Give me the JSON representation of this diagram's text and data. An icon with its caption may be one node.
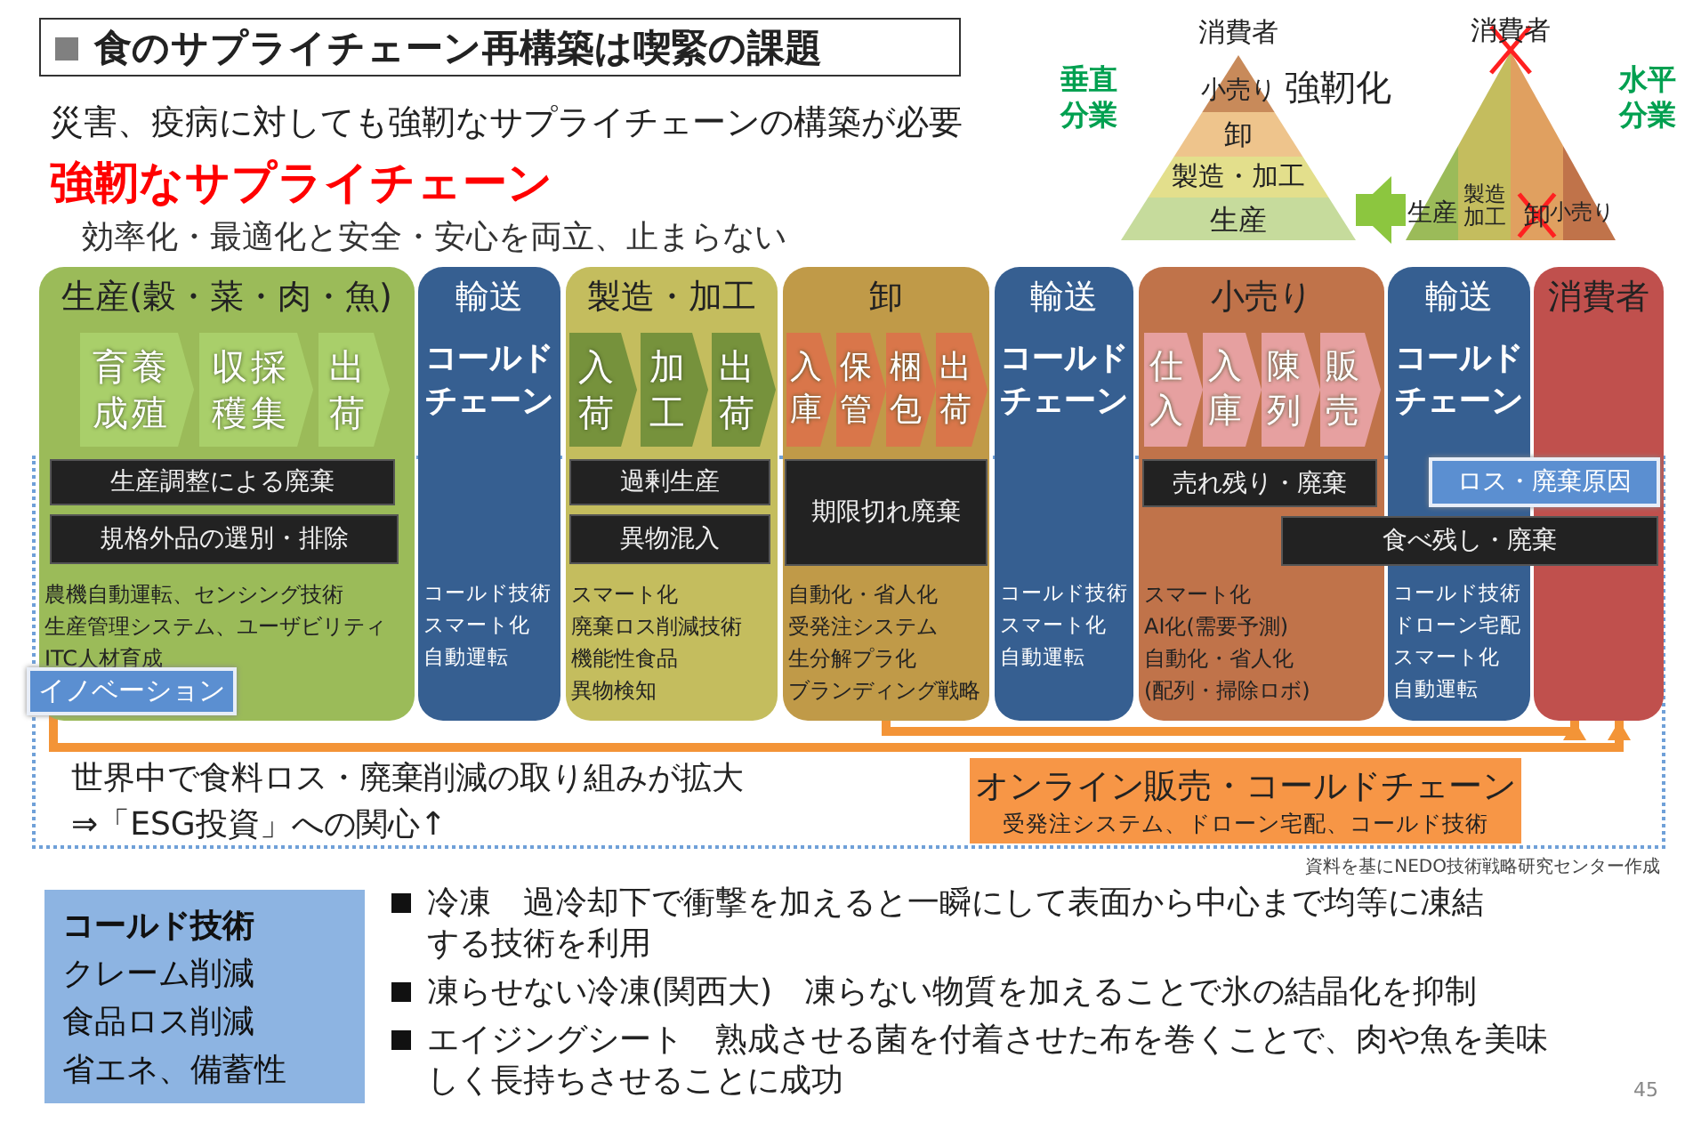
{
  "diagram": {
    "title": "食のサプライチェーン再構築は喫緊の課題",
    "nodes": [
      {
        "text": [
          "消費者",
          "小売り",
          "卸",
          "製造・加工",
          "生産"
        ],
        "beside": [
          "垂直分業"
        ]
      },
      {
        "text": [
          "消費者",
          "生産",
          "製造加工",
          "卸",
          "小売り"
        ],
        "beside": [
          "水平分業"
        ]
      },
      {
        "text": [
          "生産(穀・菜・肉・魚)",
          "農機自動運転、センシング技術",
          "生産管理システム、ユーザビリティ",
          "ITC人材育成"
        ]
      },
      {
        "text": [
          "育成養殖"
        ],
        "in": 2
      },
      {
        "text": [
          "収穫採集"
        ],
        "in": 2
      },
      {
        "text": [
          "出荷"
        ],
        "in": 2
      },
      {
        "text": [
          "生産調整による廃棄"
        ],
        "in": 2
      },
      {
        "text": [
          "規格外品の選別・排除"
        ],
        "in": 2
      },
      {
        "text": [
          "輸送",
          "コールドチェーン",
          "コールド技術",
          "スマート化",
          "自動運転"
        ]
      },
      {
        "text": [
          "製造・加工",
          "スマート化",
          "廃棄ロス削減技術",
          "機能性食品",
          "異物検知"
        ]
      },
      {
        "text": [
          "入荷"
        ],
        "in": 9
      },
      {
        "text": [
          "加工"
        ],
        "in": 9
      },
      {
        "text": [
          "出荷"
        ],
        "in": 9
      },
      {
        "text": [
          "過剰生産"
        ],
        "in": 9
      },
      {
        "text": [
          "異物混入"
        ],
        "in": 9
      },
      {
        "text": [
          "卸",
          "自動化・省人化",
          "受発注システム",
          "生分解プラ化",
          "ブランディング戦略"
        ]
      },
      {
        "text": [
          "入庫"
        ],
        "in": 15
      },
      {
        "text": [
          "保管"
        ],
        "in": 15
      },
      {
        "text": [
          "梱包"
        ],
        "in": 15
      },
      {
        "text": [
          "出荷"
        ],
        "in": 15
      },
      {
        "text": [
          "期限切れ廃棄"
        ],
        "in": 15
      },
      {
        "text": [
          "輸送",
          "コールドチェーン",
          "コールド技術",
          "スマート化",
          "自動運転"
        ]
      },
      {
        "text": [
          "小売り",
          "スマート化",
          "AI化(需要予測)",
          "自動化・省人化",
          "(配列・掃除ロボ)"
        ]
      },
      {
        "text": [
          "仕入"
        ],
        "in": 22
      },
      {
        "text": [
          "入庫"
        ],
        "in": 22
      },
      {
        "text": [
          "陳列"
        ],
        "in": 22
      },
      {
        "text": [
          "販売"
        ],
        "in": 22
      },
      {
        "text": [
          "売れ残り・廃棄"
        ],
        "in": 22
      },
      {
        "text": [
          "輸送",
          "コールドチェーン",
          "コールド技術",
          "ドローン宅配",
          "スマート化",
          "自動運転"
        ]
      },
      {
        "text": [
          "消費者"
        ]
      },
      {
        "text": [
          "ロス・廃棄原因"
        ]
      },
      {
        "text": [
          "食べ残し・廃棄"
        ]
      },
      {
        "text": [
          "イノベーション"
        ]
      },
      {
        "text": [
          "オンライン販売・コールドチェーン",
          "受発注システム、ドローン宅配、コールド技術"
        ]
      },
      {
        "text": [
          "コールド技術",
          "クレーム削減",
          "食品ロス削減",
          "省エネ、備蓄性"
        ]
      }
    ],
    "edges": [
      {
        "from": 1,
        "to": 0,
        "arrow": "to",
        "label": "強靭化",
        "style": "thick",
        "color": "#8cc63f"
      },
      {
        "from": 32,
        "to": 29,
        "arrow": "to",
        "color": "#f39437"
      },
      {
        "from": 15,
        "to": 29,
        "arrow": "to",
        "color": "#f39437"
      }
    ],
    "labels": [
      "災害、疫病に対しても強靭なサプライチェーンの構築が必要",
      "強靭なサプライチェーン",
      "効率化・最適化と安全・安心を両立、止まらない",
      "世界中で食料ロス・廃棄削減の取り組みが拡大",
      "⇒「ESG投資」への関心↑",
      "資料を基にNEDO技術戦略研究センター作成",
      "冷凍　過冷却下で衝撃を加えると一瞬にして表面から中心まで均等に凍結する技術を利用",
      "凍らせない冷凍(関西大)　凍らない物質を加えることで氷の結晶化を抑制",
      "エイジングシート　熟成させる菌を付着させた布を巻くことで、肉や魚を美味しく長持ちさせることに成功",
      "45"
    ]
  }
}
